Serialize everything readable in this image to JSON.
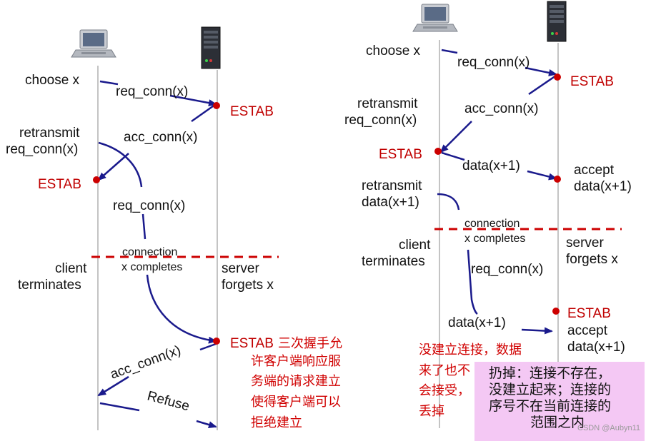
{
  "left": {
    "choose": "choose x",
    "req1": "req_conn(x)",
    "estab_server": "ESTAB",
    "retransmit_1": "retransmit",
    "retransmit_2": "req_conn(x)",
    "acc": "acc_conn(x)",
    "estab_client": "ESTAB",
    "req2": "req_conn(x)",
    "conn_1": "connection",
    "conn_2": "x completes",
    "client_1": "client",
    "client_2": "terminates",
    "server_1": "server",
    "server_2": "forgets x",
    "estab_server2": "ESTAB",
    "acc2": "acc_conn(x)",
    "refuse": "Refuse",
    "cn_note": [
      "三次握手允",
      "许客户端响应服",
      "务端的请求建立",
      "使得客户端可以",
      "拒绝建立"
    ]
  },
  "right": {
    "choose": "choose x",
    "req1": "req_conn(x)",
    "estab_server": "ESTAB",
    "retransmit_1": "retransmit",
    "retransmit_2": "req_conn(x)",
    "acc": "acc_conn(x)",
    "estab_client": "ESTAB",
    "data1": "data(x+1)",
    "accept_1": "accept",
    "accept_2": "data(x+1)",
    "retransmit_d1": "retransmit",
    "retransmit_d2": "data(x+1)",
    "conn_1": "connection",
    "conn_2": "x completes",
    "client_1": "client",
    "client_2": "terminates",
    "server_1": "server",
    "server_2": "forgets x",
    "req2": "req_conn(x)",
    "estab_server2": "ESTAB",
    "accept2_1": "accept",
    "accept2_2": "data(x+1)",
    "data2": "data(x+1)",
    "cn_note": [
      "没建立连接，数据",
      "来了也不",
      "会接受，",
      "丢掉"
    ]
  },
  "note_box": [
    "扔掉：连接不存在，",
    "没建立起来；连接的",
    "序号不在当前连接的",
    "范围之内"
  ],
  "watermark": "CSDN @Aubyn11",
  "colors": {
    "arrow": "#1a1a8c",
    "dot": "#cc0000",
    "dashed": "#cc0000",
    "note_bg": "#f4c8f4"
  }
}
